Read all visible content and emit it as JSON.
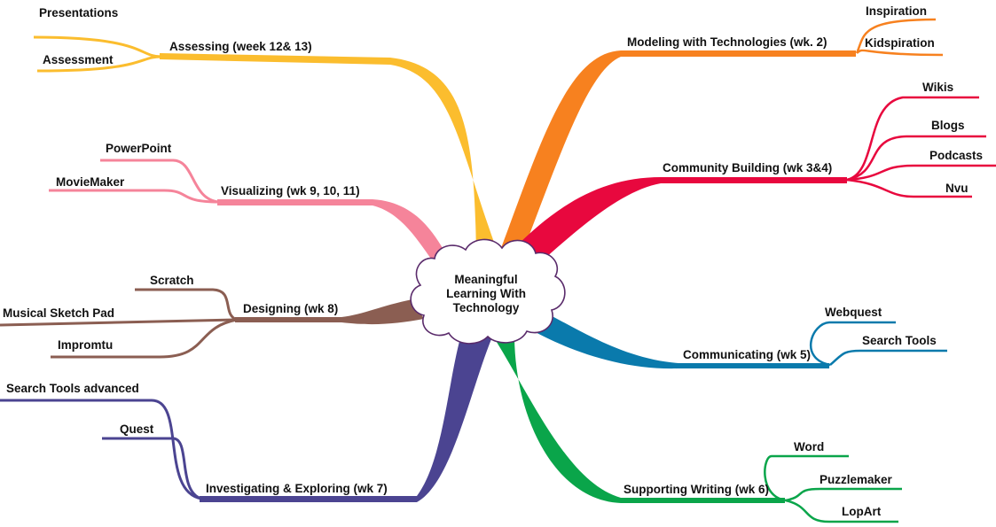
{
  "center": {
    "lines": [
      "Meaningful",
      "Learning With",
      "Technology"
    ]
  },
  "branches": [
    {
      "id": "assessing",
      "label": "Assessing (week 12& 13)",
      "color": "#fbbd2e",
      "children": [
        "Presentations",
        "Assessment"
      ]
    },
    {
      "id": "modeling",
      "label": "Modeling with Technologies (wk. 2)",
      "color": "#f7811f",
      "children": [
        "Inspiration",
        "Kidspiration"
      ]
    },
    {
      "id": "community",
      "label": "Community Building  (wk 3&4)",
      "color": "#e8083e",
      "children": [
        "Wikis",
        "Blogs",
        "Podcasts",
        "Nvu"
      ]
    },
    {
      "id": "visualizing",
      "label": "Visualizing (wk 9, 10, 11)",
      "color": "#f5849a",
      "children": [
        "PowerPoint",
        "MovieMaker"
      ]
    },
    {
      "id": "designing",
      "label": "Designing (wk 8)",
      "color": "#8b5e52",
      "children": [
        "Scratch",
        "Musical Sketch Pad",
        "Impromtu"
      ]
    },
    {
      "id": "communicating",
      "label": "Communicating (wk 5)",
      "color": "#0a7aac",
      "children": [
        "Webquest",
        "Search Tools"
      ]
    },
    {
      "id": "investigating",
      "label": "Investigating & Exploring (wk 7)",
      "color": "#4b4491",
      "children": [
        "Search Tools advanced",
        "Quest"
      ]
    },
    {
      "id": "writing",
      "label": "Supporting Writing (wk 6)",
      "color": "#0aa54a",
      "children": [
        "Word",
        "Puzzlemaker",
        "LopArt"
      ]
    }
  ]
}
